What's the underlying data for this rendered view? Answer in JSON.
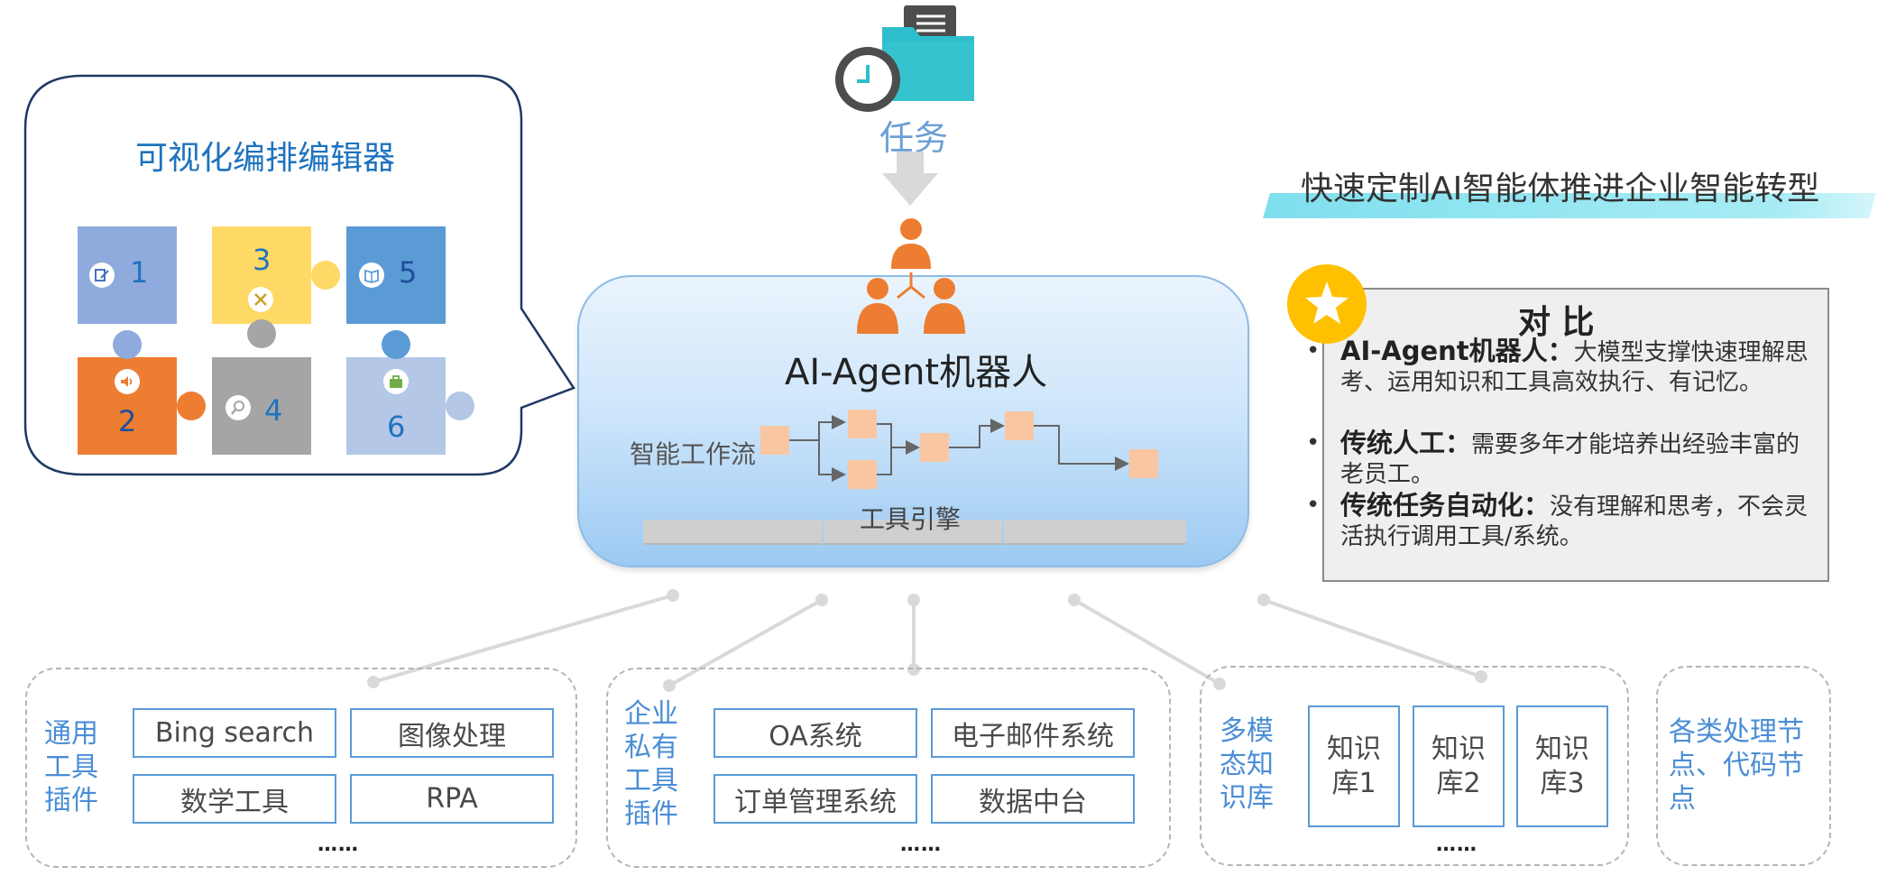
{
  "task": {
    "label": "任务"
  },
  "headline": {
    "text": "快速定制AI智能体推进企业智能转型"
  },
  "editor": {
    "title": "可视化编排编辑器",
    "pieces": [
      {
        "num": "1",
        "color": "#8faadc"
      },
      {
        "num": "2",
        "color": "#ed7d31"
      },
      {
        "num": "3",
        "color": "#ffd966"
      },
      {
        "num": "4",
        "color": "#a5a5a5"
      },
      {
        "num": "5",
        "color": "#5b9bd5"
      },
      {
        "num": "6",
        "color": "#b4c7e7"
      }
    ]
  },
  "agent": {
    "title": "AI-Agent机器人",
    "workflow_label": "智能工作流",
    "engine_label": "工具引擎"
  },
  "compare": {
    "title": "对 比",
    "items": [
      {
        "bold": "AI-Agent机器人：",
        "text": "大模型支撑快速理解思考、运用知识和工具高效执行、有记忆。"
      },
      {
        "bold": "传统人工：",
        "text": "需要多年才能培养出经验丰富的老员工。"
      },
      {
        "bold": "传统任务自动化：",
        "text": "没有理解和思考，不会灵活执行调用工具/系统。"
      }
    ]
  },
  "groups": {
    "general": {
      "label": "通用\n工具\n插件",
      "tools": [
        "Bing search",
        "图像处理",
        "数学工具",
        "RPA"
      ],
      "more": "……"
    },
    "enterprise": {
      "label": "企业\n私有\n工具\n插件",
      "tools": [
        "OA系统",
        "电子邮件系统",
        "订单管理系统",
        "数据中台"
      ],
      "more": "……"
    },
    "knowledge": {
      "label": "多模\n态知\n识库",
      "bases": [
        "知识\n库1",
        "知识\n库2",
        "知识\n库3"
      ],
      "more": "……"
    },
    "nodes": {
      "label": "各类处理节\n点、代码节\n点"
    }
  },
  "colors": {
    "accent_blue": "#1e73be",
    "group_label": "#4a8dd6",
    "agent_box_top": "#e4f1fd",
    "agent_box_bottom": "#9ccaf2",
    "person_orange": "#ed7d31",
    "star_yellow": "#ffc000",
    "headline_band": "#7fdfee"
  },
  "icons": [
    "clock-icon",
    "folder-icon",
    "document-icon",
    "arrow-down-icon",
    "person-icon",
    "star-icon",
    "edit-icon",
    "speaker-icon",
    "tools-icon",
    "search-icon",
    "book-icon",
    "briefcase-icon"
  ]
}
